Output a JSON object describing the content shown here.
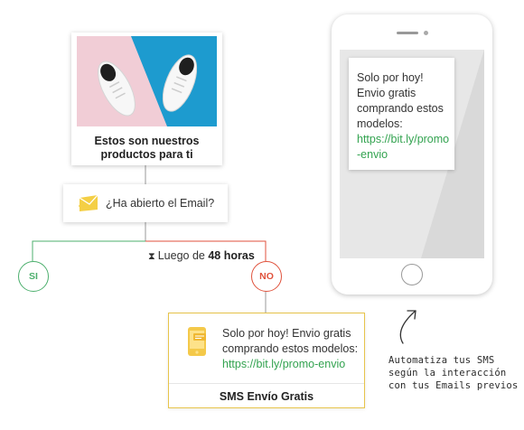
{
  "email": {
    "title_line1": "Estos son nuestros",
    "title_line2": "productos para ti"
  },
  "question": {
    "text": "¿Ha abierto el Email?"
  },
  "wait": {
    "prefix": "Luego de",
    "value": "48 horas"
  },
  "branches": {
    "yes": "SI",
    "no": "NO"
  },
  "sms": {
    "message_line1": "Solo por hoy! Envio gratis",
    "message_line2": "comprando estos modelos:",
    "link": "https://bit.ly/promo-envio",
    "title": "SMS Envío Gratis"
  },
  "phone": {
    "lines": [
      "Solo por hoy!",
      "Envio gratis",
      "comprando estos",
      "modelos:"
    ],
    "link_line1": "https://bit.ly/promo",
    "link_line2": "-envio"
  },
  "caption": {
    "line1": "Automatiza tus SMS",
    "line2": "según la interacción",
    "line3": "con tus Emails previos"
  },
  "colors": {
    "yes": "#4caf6d",
    "no": "#e0523c",
    "link": "#33a350",
    "sms_border": "#e7c44a",
    "photo_pink": "#f1cdd6",
    "photo_blue": "#1d9bcf"
  },
  "icons": [
    "envelope-icon",
    "hourglass-icon",
    "sms-phone-icon",
    "curved-arrow-icon"
  ]
}
